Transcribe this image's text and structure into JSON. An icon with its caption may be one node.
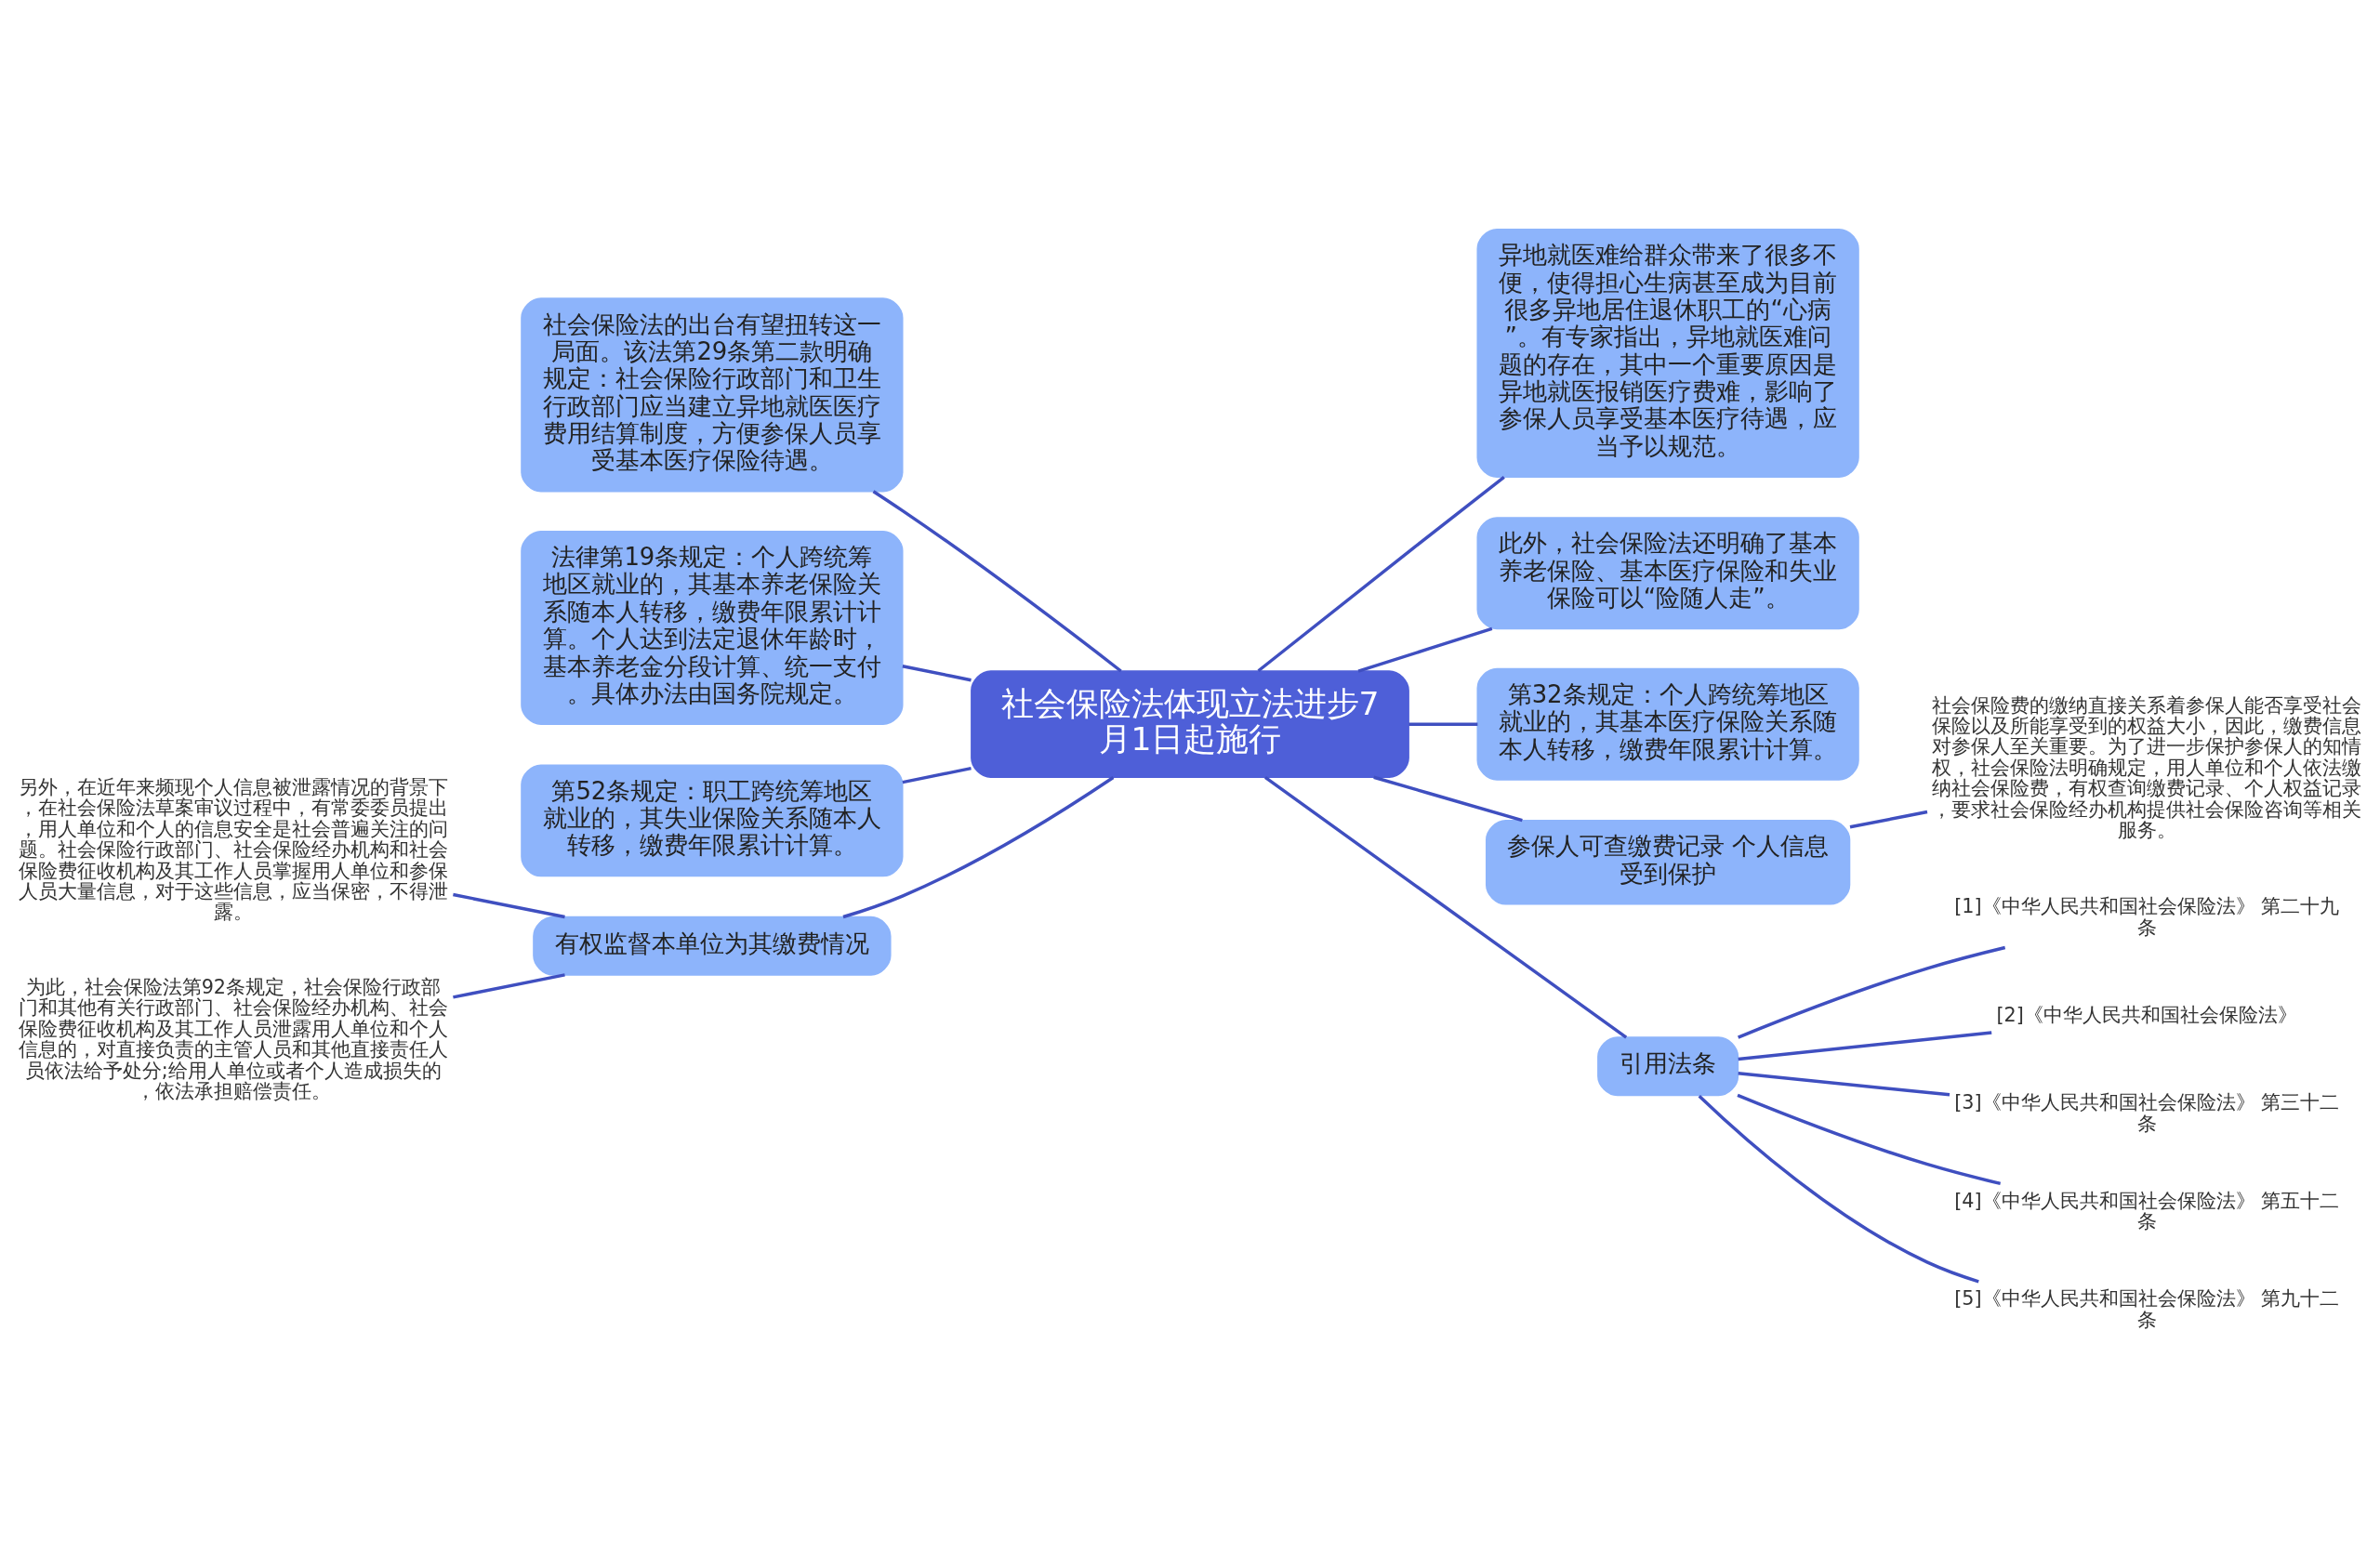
{
  "diagram": {
    "nodes": [
      {
        "text": [
          "社会保险法体现立法进步7月1日起施行"
        ]
      },
      {
        "text": [
          "社会保险法的出台有望扭转这一局面。该法第29条第二款明确规定：社会保险行政部门和卫生行政部门应当建立异地就医医疗费用结算制度，方便参保人员享受基本医疗保险待遇。"
        ]
      },
      {
        "text": [
          "法律第19条规定：个人跨统筹地区就业的，其基本养老保险关系随本人转移，缴费年限累计计算。个人达到法定退休年龄时，基本养老金分段计算、统一支付。具体办法由国务院规定。"
        ]
      },
      {
        "text": [
          "第52条规定：职工跨统筹地区就业的，其失业保险关系随本人转移，缴费年限累计计算。"
        ]
      },
      {
        "text": [
          "有权监督本单位为其缴费情况"
        ]
      },
      {
        "text": [
          "另外，在近年来频现个人信息被泄露情况的背景下，在社会保险法草案审议过程中，有常委委员提出，用人单位和个人的信息安全是社会普遍关注的问题。社会保险行政部门、社会保险经办机构和社会保险费征收机构及其工作人员掌握用人单位和参保人员大量信息，对于这些信息，应当保密，不得泄露。"
        ]
      },
      {
        "text": [
          "为此，社会保险法第92条规定，社会保险行政部门和其他有关行政部门、社会保险经办机构、社会保险费征收机构及其工作人员泄露用人单位和个人信息的，对直接负责的主管人员和其他直接责任人员依法给予处分;给用人单位或者个人造成损失的，依法承担赔偿责任。"
        ]
      },
      {
        "text": [
          "异地就医难给群众带来了很多不便，使得担心生病甚至成为目前很多异地居住退休职工的“心病”。有专家指出，异地就医难问题的存在，其中一个重要原因是异地就医报销医疗费难，影响了参保人员享受基本医疗待遇，应当予以规范。"
        ]
      },
      {
        "text": [
          "此外，社会保险法还明确了基本养老保险、基本医疗保险和失业保险可以“险随人走”。"
        ]
      },
      {
        "text": [
          "第32条规定：个人跨统筹地区就业的，其基本医疗保险关系随本人转移，缴费年限累计计算。"
        ]
      },
      {
        "text": [
          "参保人可查缴费记录 个人信息受到保护"
        ]
      },
      {
        "text": [
          "社会保险费的缴纳直接关系着参保人能否享受社会保险以及所能享受到的权益大小，因此，缴费信息对参保人至关重要。为了进一步保护参保人的知情权，社会保险法明确规定，用人单位和个人依法缴纳社会保险费，有权查询缴费记录、个人权益记录，要求社会保险经办机构提供社会保险咨询等相关服务。"
        ]
      },
      {
        "text": [
          "引用法条"
        ]
      },
      {
        "text": [
          "[1]《中华人民共和国社会保险法》 第二十九条"
        ]
      },
      {
        "text": [
          "[2]《中华人民共和国社会保险法》"
        ]
      },
      {
        "text": [
          "[3]《中华人民共和国社会保险法》 第三十二条"
        ]
      },
      {
        "text": [
          "[4]《中华人民共和国社会保险法》 第五十二条"
        ]
      },
      {
        "text": [
          "[5]《中华人民共和国社会保险法》 第九十二条"
        ]
      }
    ],
    "edges": [
      {
        "from": 0,
        "to": 1,
        "arrow": "none"
      },
      {
        "from": 0,
        "to": 2,
        "arrow": "none"
      },
      {
        "from": 0,
        "to": 3,
        "arrow": "none"
      },
      {
        "from": 0,
        "to": 4,
        "arrow": "none"
      },
      {
        "from": 4,
        "to": 5,
        "arrow": "none"
      },
      {
        "from": 4,
        "to": 6,
        "arrow": "none"
      },
      {
        "from": 0,
        "to": 7,
        "arrow": "none"
      },
      {
        "from": 0,
        "to": 8,
        "arrow": "none"
      },
      {
        "from": 0,
        "to": 9,
        "arrow": "none"
      },
      {
        "from": 0,
        "to": 10,
        "arrow": "none"
      },
      {
        "from": 10,
        "to": 11,
        "arrow": "none"
      },
      {
        "from": 0,
        "to": 12,
        "arrow": "none"
      },
      {
        "from": 12,
        "to": 13,
        "arrow": "none"
      },
      {
        "from": 12,
        "to": 14,
        "arrow": "none"
      },
      {
        "from": 12,
        "to": 15,
        "arrow": "none"
      },
      {
        "from": 12,
        "to": 16,
        "arrow": "none"
      },
      {
        "from": 12,
        "to": 17,
        "arrow": "none"
      }
    ]
  }
}
